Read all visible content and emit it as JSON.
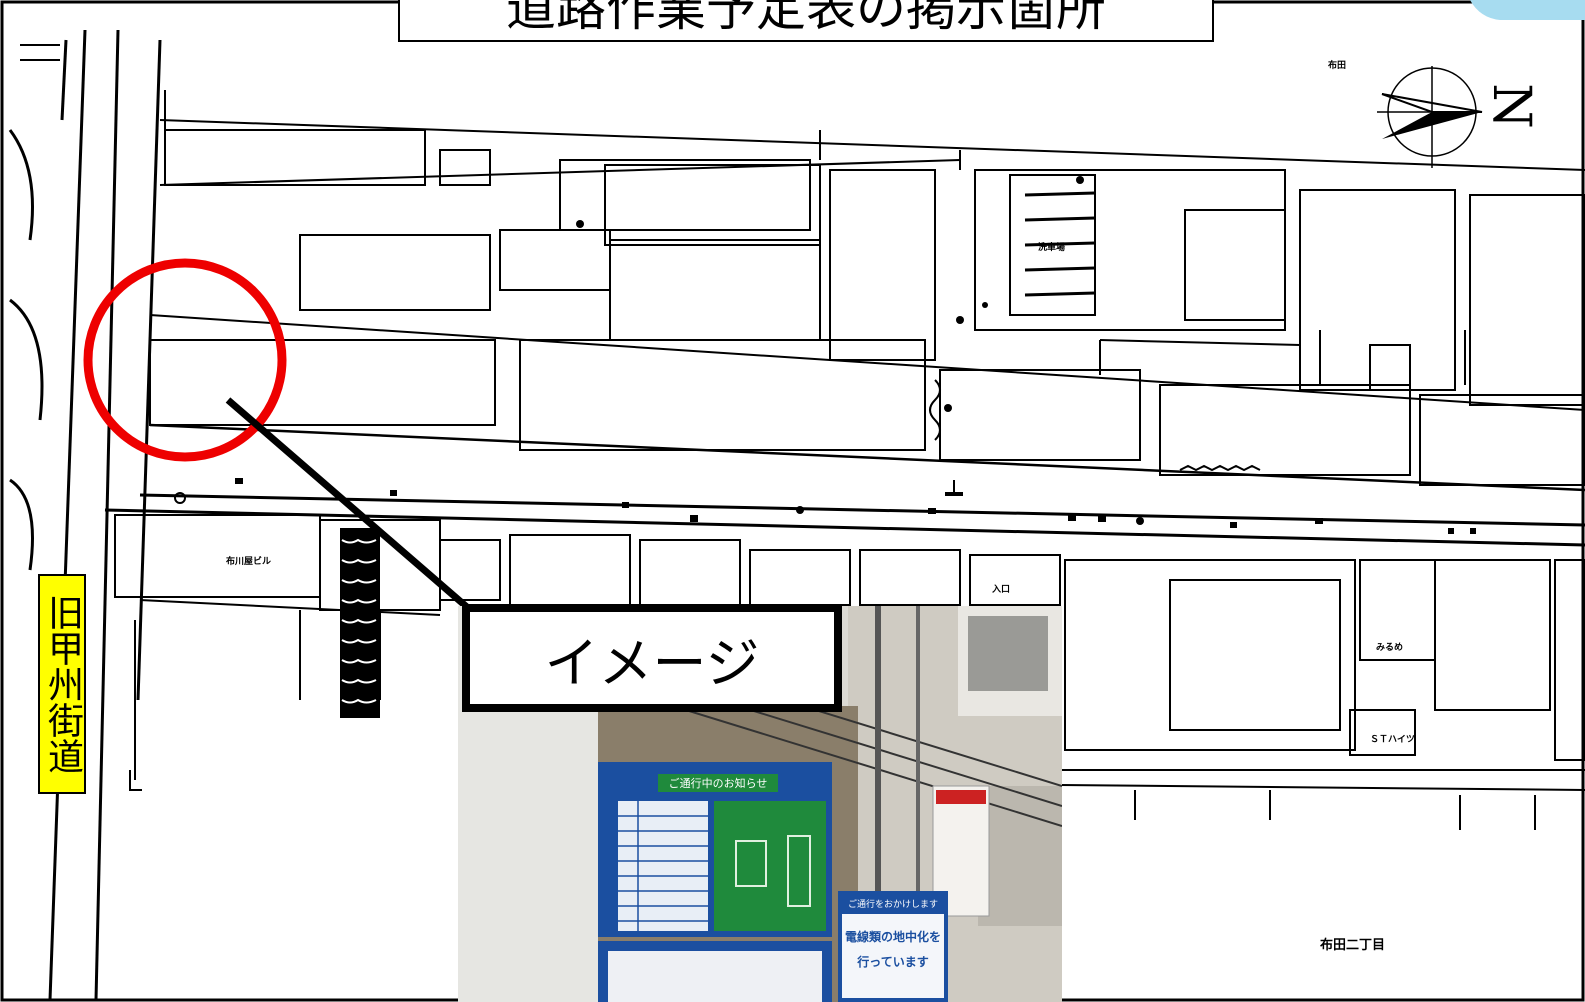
{
  "title": "道路作業予定表の掲示箇所",
  "road_label": "旧甲州街道",
  "image_label": "イメージ",
  "map_labels": {
    "north_district": "布田",
    "south_district": "布田二丁目",
    "building_1": "布川屋ビル",
    "building_2": "みるめ",
    "building_3": "ＳＴハイツ",
    "building_4": "洗車場",
    "building_5": "入口"
  },
  "photo_signs": {
    "board_title": "ご通行中のお知らせ",
    "sign_title": "ご通行をおかけします",
    "sign_line1": "電線類の地中化を",
    "sign_line2": "行っています"
  },
  "compass": {
    "letter": "N"
  },
  "colors": {
    "highlight_circle": "#ee0000",
    "road_label_bg": "#ffff00",
    "board_blue": "#1b4fa0",
    "board_green": "#1f8a3c"
  }
}
